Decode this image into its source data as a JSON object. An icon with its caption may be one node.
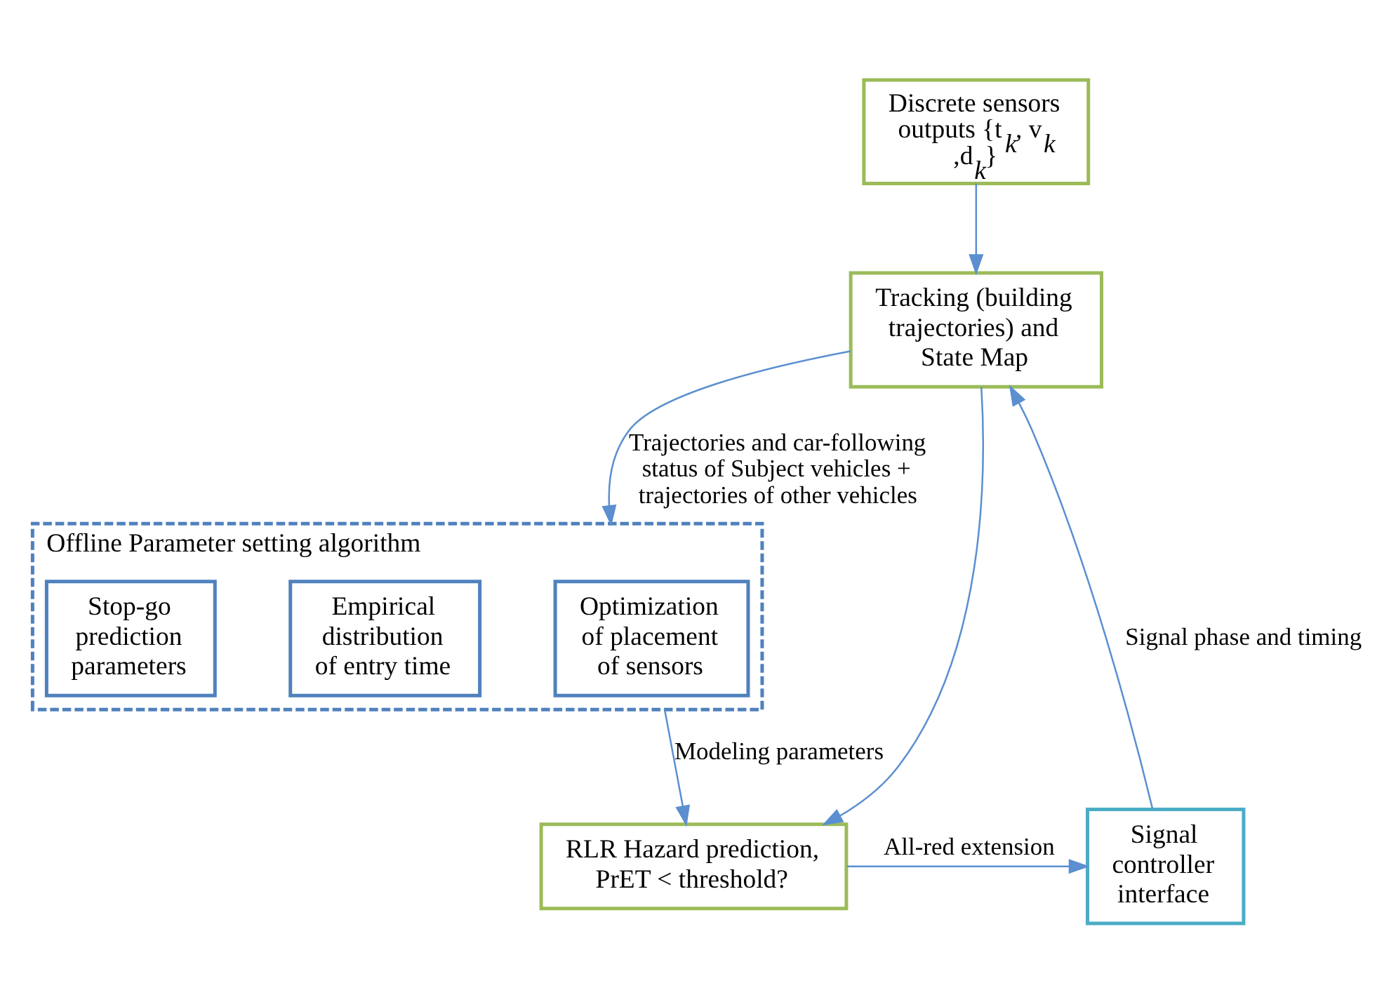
{
  "diagram": {
    "nodes": [
      {
        "text": [
          "Discrete sensors outputs {t$_{k}$, v$_{k}$ ,d$_{k}$}"
        ]
      },
      {
        "text": [
          "Tracking (building trajectories) and State Map"
        ]
      },
      {
        "text": [
          "Offline Parameter setting algorithm"
        ]
      },
      {
        "text": [
          "Optimization of placement of sensors"
        ],
        "in": 2
      },
      {
        "text": [
          "Empirical distribution of entry time"
        ],
        "in": 2
      },
      {
        "text": [
          "Stop-go prediction parameters"
        ],
        "in": 2
      },
      {
        "text": [
          "RLR Hazard prediction, PrET < threshold?"
        ]
      },
      {
        "text": [
          "Signal controller interface"
        ]
      }
    ],
    "edges": [
      {
        "from": 0,
        "to": 1,
        "arrow": "to"
      },
      {
        "from": 1,
        "to": 2,
        "arrow": "to",
        "label": "Trajectories and car-following status of Subject vehicles + trajectories of other vehicles"
      },
      {
        "from": 1,
        "to": 6,
        "arrow": "to"
      },
      {
        "from": 2,
        "to": 6,
        "arrow": "to",
        "label": "Modeling parameters"
      },
      {
        "from": 6,
        "to": 7,
        "arrow": "to",
        "label": "All-red extension"
      },
      {
        "from": 7,
        "to": 1,
        "arrow": "to",
        "label": "Signal phase and timing"
      }
    ]
  }
}
